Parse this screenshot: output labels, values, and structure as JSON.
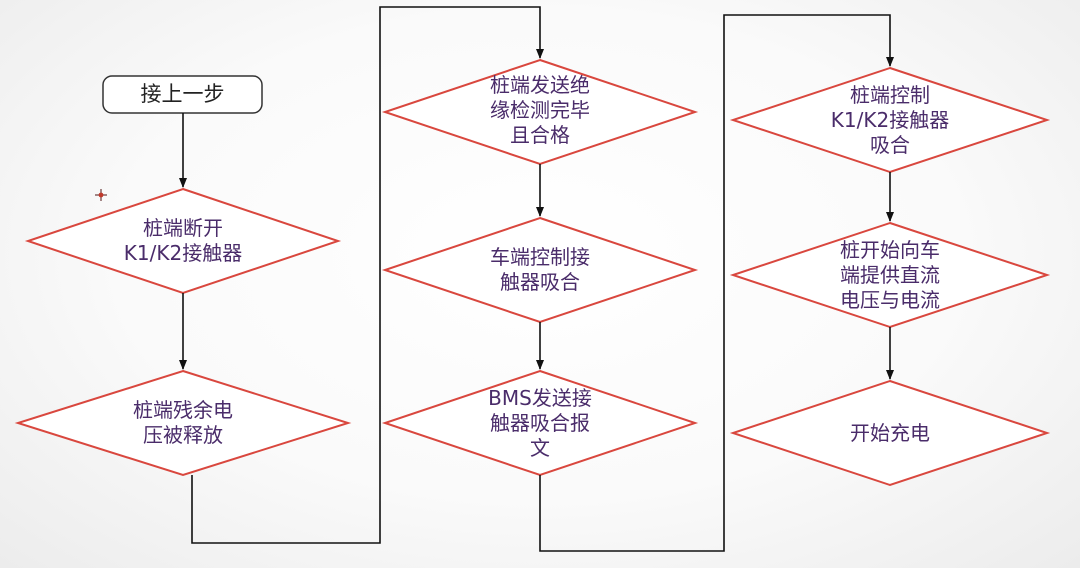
{
  "diagram": {
    "type": "flowchart",
    "colors": {
      "diamond_border": "#d9473e",
      "arrow": "#111111",
      "text": "#4a2c6a",
      "start_border": "#333333"
    },
    "nodes": [
      {
        "id": "start",
        "shape": "rounded-rect",
        "label": "接上一步"
      },
      {
        "id": "n1",
        "shape": "diamond",
        "label": "桩端断开\nK1/K2接触器"
      },
      {
        "id": "n2",
        "shape": "diamond",
        "label": "桩端残余电\n压被释放"
      },
      {
        "id": "n3",
        "shape": "diamond",
        "label": "桩端发送绝\n缘检测完毕\n且合格"
      },
      {
        "id": "n4",
        "shape": "diamond",
        "label": "车端控制接\n触器吸合"
      },
      {
        "id": "n5",
        "shape": "diamond",
        "label": "BMS发送接\n触器吸合报\n文"
      },
      {
        "id": "n6",
        "shape": "diamond",
        "label": "桩端控制\nK1/K2接触器\n吸合"
      },
      {
        "id": "n7",
        "shape": "diamond",
        "label": "桩开始向车\n端提供直流\n电压与电流"
      },
      {
        "id": "n8",
        "shape": "diamond",
        "label": "开始充电"
      }
    ],
    "edges": [
      [
        "start",
        "n1"
      ],
      [
        "n1",
        "n2"
      ],
      [
        "n2",
        "n3"
      ],
      [
        "n3",
        "n4"
      ],
      [
        "n4",
        "n5"
      ],
      [
        "n5",
        "n6"
      ],
      [
        "n6",
        "n7"
      ],
      [
        "n7",
        "n8"
      ]
    ]
  }
}
